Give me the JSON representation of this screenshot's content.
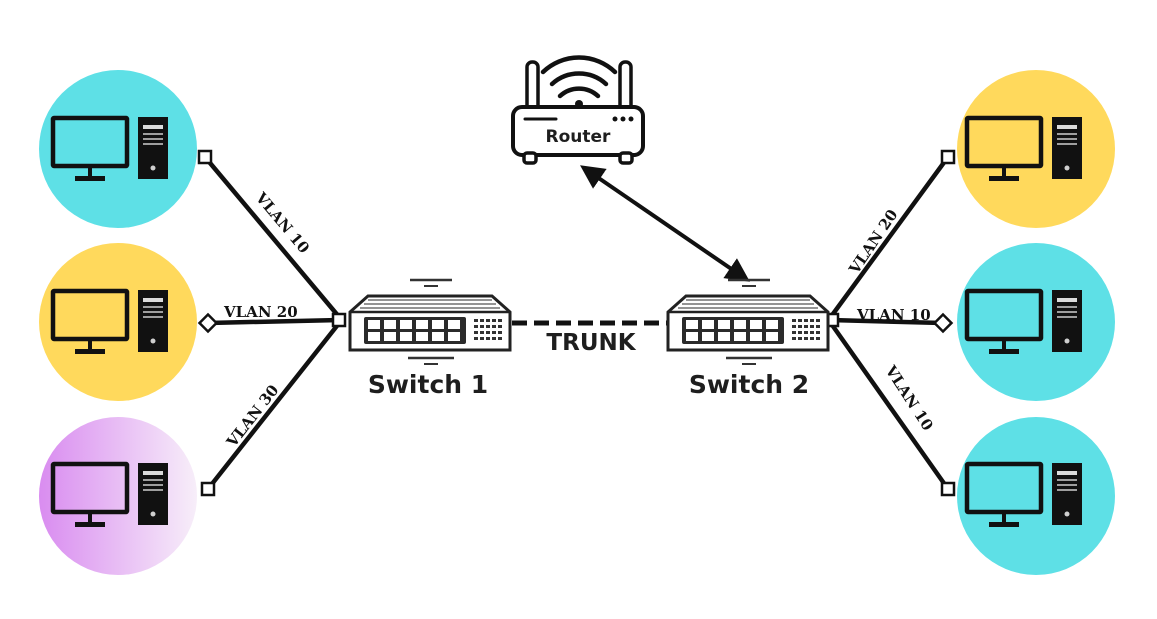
{
  "diagram": {
    "router": {
      "label": "Router",
      "icon": "wifi-router-icon"
    },
    "switch1": {
      "label": "Switch 1",
      "icon": "network-switch-icon"
    },
    "switch2": {
      "label": "Switch 2",
      "icon": "network-switch-icon"
    },
    "trunk": {
      "label": "TRUNK"
    },
    "links": [
      {
        "label": "VLAN 10"
      },
      {
        "label": "VLAN 20"
      },
      {
        "label": "VLAN 30"
      },
      {
        "label": "VLAN 20"
      },
      {
        "label": "VLAN 10"
      },
      {
        "label": "VLAN 10"
      }
    ],
    "computers": [
      {
        "icon": "desktop-computer-icon",
        "color": "#5ee0e6"
      },
      {
        "icon": "desktop-computer-icon",
        "color": "#ffd95c"
      },
      {
        "icon": "desktop-computer-icon",
        "color": "#e6a8f2"
      },
      {
        "icon": "desktop-computer-icon",
        "color": "#ffd95c"
      },
      {
        "icon": "desktop-computer-icon",
        "color": "#5ee0e6"
      },
      {
        "icon": "desktop-computer-icon",
        "color": "#5ee0e6"
      }
    ],
    "colors": {
      "line": "#111111",
      "device_fill": "#ffffff",
      "device_stroke": "#1e1e1e"
    }
  }
}
